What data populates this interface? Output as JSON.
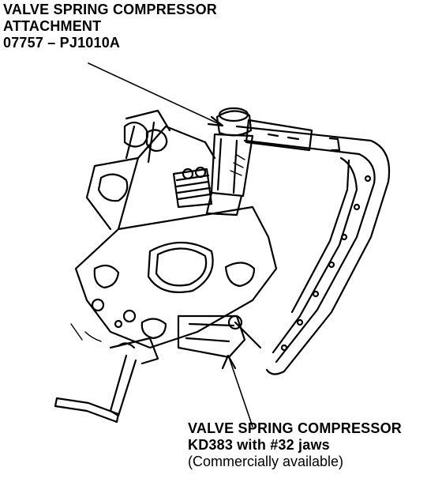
{
  "top_callout": {
    "line1": "VALVE SPRING COMPRESSOR",
    "line2": "ATTACHMENT",
    "line3": "07757 – PJ1010A"
  },
  "bottom_callout": {
    "line1": "VALVE SPRING COMPRESSOR",
    "line2": "KD383 with #32 jaws",
    "line3": "(Commercially available)"
  },
  "colors": {
    "ink": "#000000",
    "paper": "#ffffff"
  }
}
